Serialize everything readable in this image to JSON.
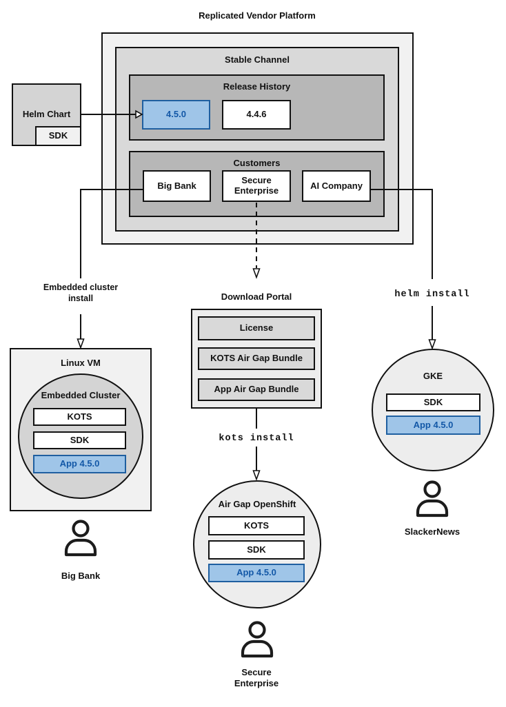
{
  "title": "Replicated Vendor Platform",
  "stable_channel": {
    "label": "Stable Channel",
    "release_history": {
      "label": "Release History",
      "versions": [
        "4.5.0",
        "4.4.6"
      ],
      "highlighted_version": "4.5.0"
    },
    "customers": {
      "label": "Customers",
      "items": [
        "Big Bank",
        "Secure Enterprise",
        "AI Company"
      ]
    }
  },
  "helm_chart": {
    "label": "Helm Chart",
    "sdk": "SDK"
  },
  "flows": {
    "embedded_install": "Embedded cluster\ninstall",
    "helm_install": "helm install",
    "kots_install": "kots install"
  },
  "download_portal": {
    "label": "Download Portal",
    "items": [
      "License",
      "KOTS Air Gap Bundle",
      "App Air Gap Bundle"
    ]
  },
  "linux_vm": {
    "label": "Linux VM",
    "cluster": {
      "label": "Embedded Cluster",
      "components": [
        "KOTS",
        "SDK"
      ],
      "app": "App 4.5.0"
    },
    "owner": "Big Bank"
  },
  "airgap_openshift": {
    "label": "Air Gap OpenShift",
    "components": [
      "KOTS",
      "SDK"
    ],
    "app": "App 4.5.0",
    "owner": "Secure\nEnterprise"
  },
  "gke": {
    "label": "GKE",
    "components": [
      "SDK"
    ],
    "app": "App 4.5.0",
    "owner": "SlackerNews"
  },
  "colors": {
    "highlight_fill": "#9fc5e8",
    "highlight_border": "#1f5fa0",
    "highlight_text": "#1358a7",
    "gray_outer": "#f1f1f1",
    "gray_mid": "#d9d9d9",
    "gray_dark": "#b7b7b7",
    "line": "#111111"
  }
}
